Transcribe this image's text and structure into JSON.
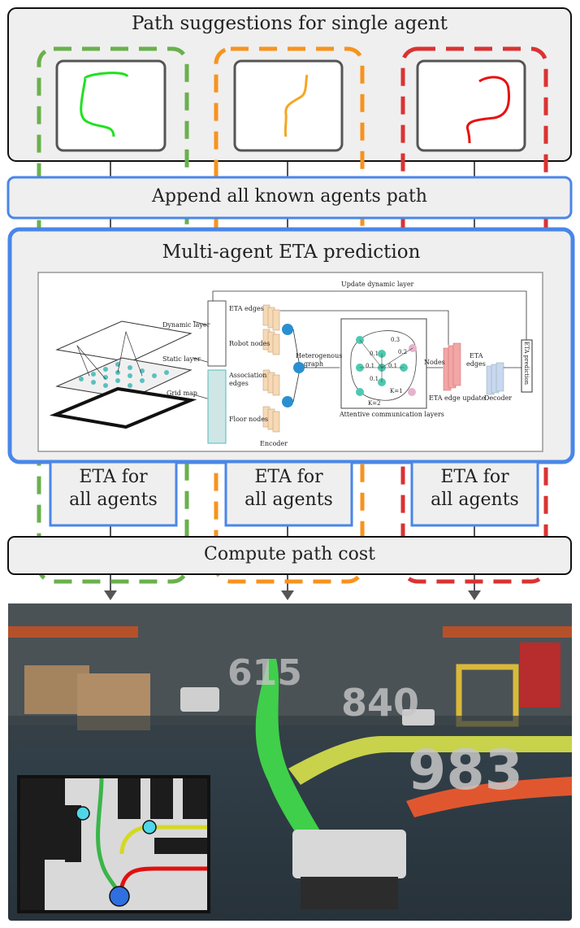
{
  "top": {
    "title": "Path suggestions for single agent"
  },
  "append": {
    "label": "Append all known agents path"
  },
  "eta_panel": {
    "title": "Multi-agent ETA prediction",
    "figure": {
      "update_dynamic_layer": "Update dynamic layer",
      "dynamic_layer": "Dynamic layer",
      "static_layer": "Static layer",
      "grid_map": "Grid map",
      "eta_edges": "ETA edges",
      "robot_nodes": "Robot nodes",
      "association_edges_1": "Association",
      "association_edges_2": "edges",
      "floor_nodes": "Floor nodes",
      "encoder": "Encoder",
      "heterogenous_1": "Heterogenous",
      "heterogenous_2": "graph",
      "k2": "K=2",
      "k1": "K=1",
      "w1": "0.3",
      "w2": "0.2",
      "w3": "0.1",
      "attentive": "Attentive communication layers",
      "nodes": "Nodes",
      "eta_edges_right_1": "ETA",
      "eta_edges_right_2": "edges",
      "eta_edge_update": "ETA edge update",
      "decoder": "Decoder",
      "eta_prediction": "ETA prediction"
    }
  },
  "eta_boxes": [
    {
      "line1": "ETA for",
      "line2": "all agents"
    },
    {
      "line1": "ETA for",
      "line2": "all agents"
    },
    {
      "line1": "ETA for",
      "line2": "all agents"
    }
  ],
  "compute": {
    "label": "Compute path cost"
  },
  "photo": {
    "costs": [
      "615",
      "840",
      "983"
    ]
  },
  "colors": {
    "green": "#6ab04c",
    "orange": "#f7931e",
    "red": "#d93333",
    "blue_border": "#4a86e8",
    "panel_bg": "#efefef",
    "path_green": "#22e022",
    "path_orange": "#f5a623",
    "path_red": "#e81010"
  }
}
